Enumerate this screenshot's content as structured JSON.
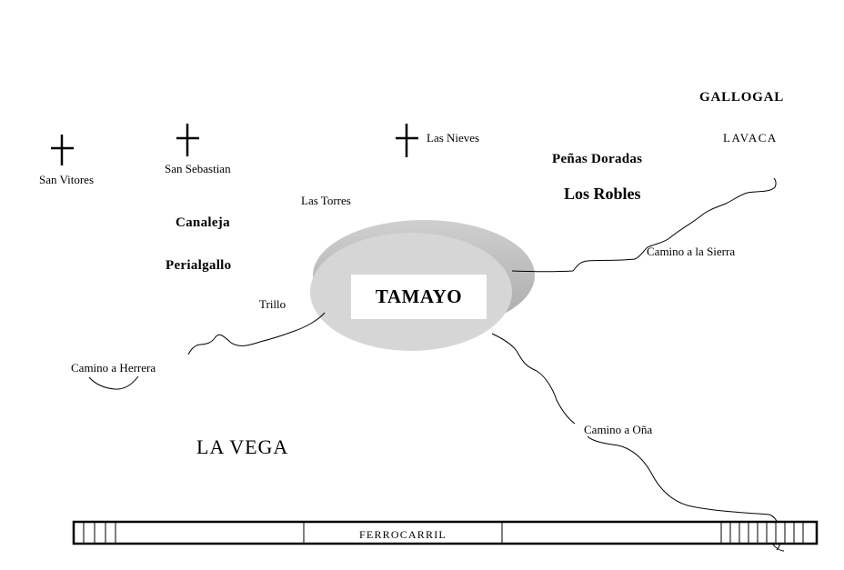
{
  "places": {
    "san_vitores": "San Vitores",
    "san_sebastian": "San Sebastian",
    "las_nieves": "Las Nieves",
    "las_torres": "Las Torres",
    "canaleja": "Canaleja",
    "perialgallo": "Perialgallo",
    "penas_doradas": "Peñas Doradas",
    "los_robles": "Los Robles",
    "gallogal": "GALLOGAL",
    "lavaca": "LAVACA",
    "la_vega": "LA VEGA"
  },
  "town": {
    "name": "TAMAYO"
  },
  "roads": {
    "trillo": "Trillo",
    "camino_herrera": "Camino a Herrera",
    "camino_sierra": "Camino a la Sierra",
    "camino_ona": "Camino a Oña"
  },
  "railway": {
    "label": "FERROCARRIL"
  },
  "colors": {
    "ellipse_dark": "#b9b9b9",
    "ellipse_light": "#d4d4d4",
    "ink": "#000000"
  },
  "icons": {
    "hermitage": "cross-icon"
  }
}
